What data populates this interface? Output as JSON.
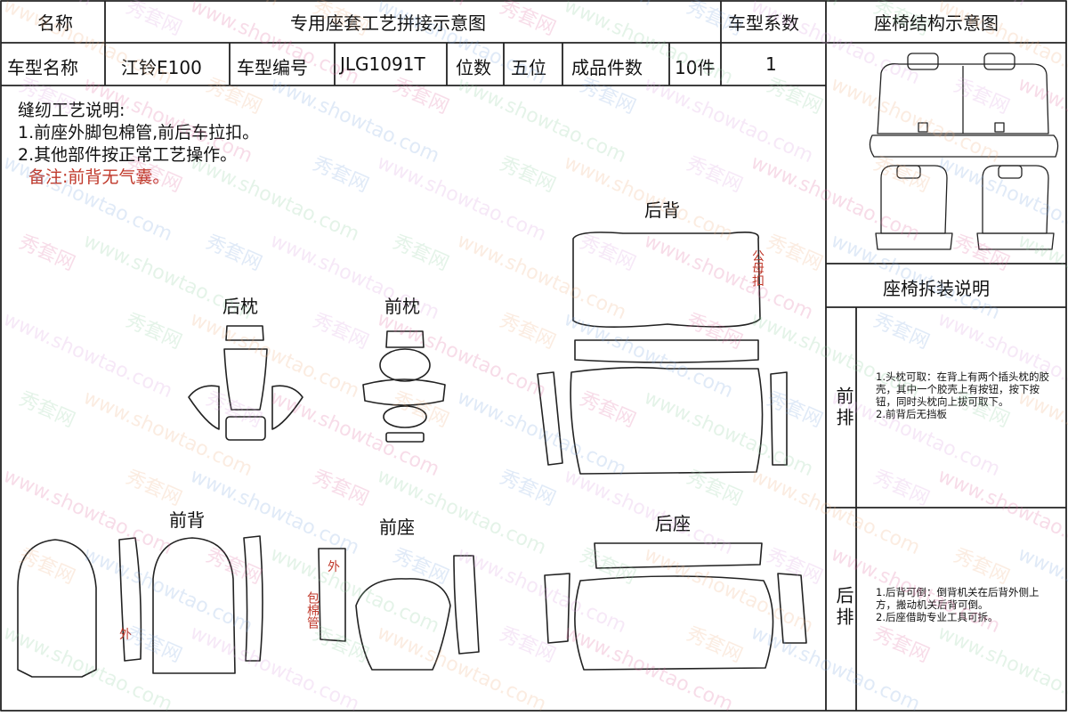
{
  "header": {
    "name_label": "名称",
    "title": "专用座套工艺拼接示意图",
    "coef_label": "车型系数",
    "structure_title": "座椅结构示意图"
  },
  "info_row": {
    "model_name_label": "车型名称",
    "model_name": "江铃E100",
    "model_no_label": "车型编号",
    "model_no": "JLG1091T",
    "seats_label": "位数",
    "seats": "五位",
    "pieces_label": "成品件数",
    "pieces": "10件",
    "coef_value": "1"
  },
  "notes": {
    "title": "缝纫工艺说明:",
    "line1": "1.前座外脚包棉管,前后车拉扣。",
    "line2": "2.其他部件按正常工艺操作。",
    "remark": "备注:前背无气囊。",
    "accent_color": "#c0392b"
  },
  "parts": {
    "rear_headrest": "后枕",
    "front_headrest": "前枕",
    "rear_back": "后背",
    "front_back": "前背",
    "front_seat": "前座",
    "rear_seat": "后座",
    "rear_back_note": "公母扣",
    "front_back_note": "外",
    "front_seat_note1": "外",
    "front_seat_note2": "包棉管"
  },
  "assembly": {
    "title": "座椅拆装说明",
    "front_label": "前排",
    "front_text": "1.头枕可取：在背上有两个插头枕的胶壳，其中一个胶壳上有按钮，按下按钮，同时头枕向上拔可取下。\n2.前背后无挡板",
    "rear_label": "后排",
    "rear_text": "1.后背可倒：倒背机关在后背外侧上方，搬动机关后背可倒。\n2.后座借助专业工具可拆。"
  },
  "watermark": {
    "text_cn": "秀套网",
    "text_url": "www.showtao.com",
    "colors": [
      "#e06aa0",
      "#7da7e0",
      "#8fd0a0",
      "#d9a0e0",
      "#f0b080"
    ]
  }
}
